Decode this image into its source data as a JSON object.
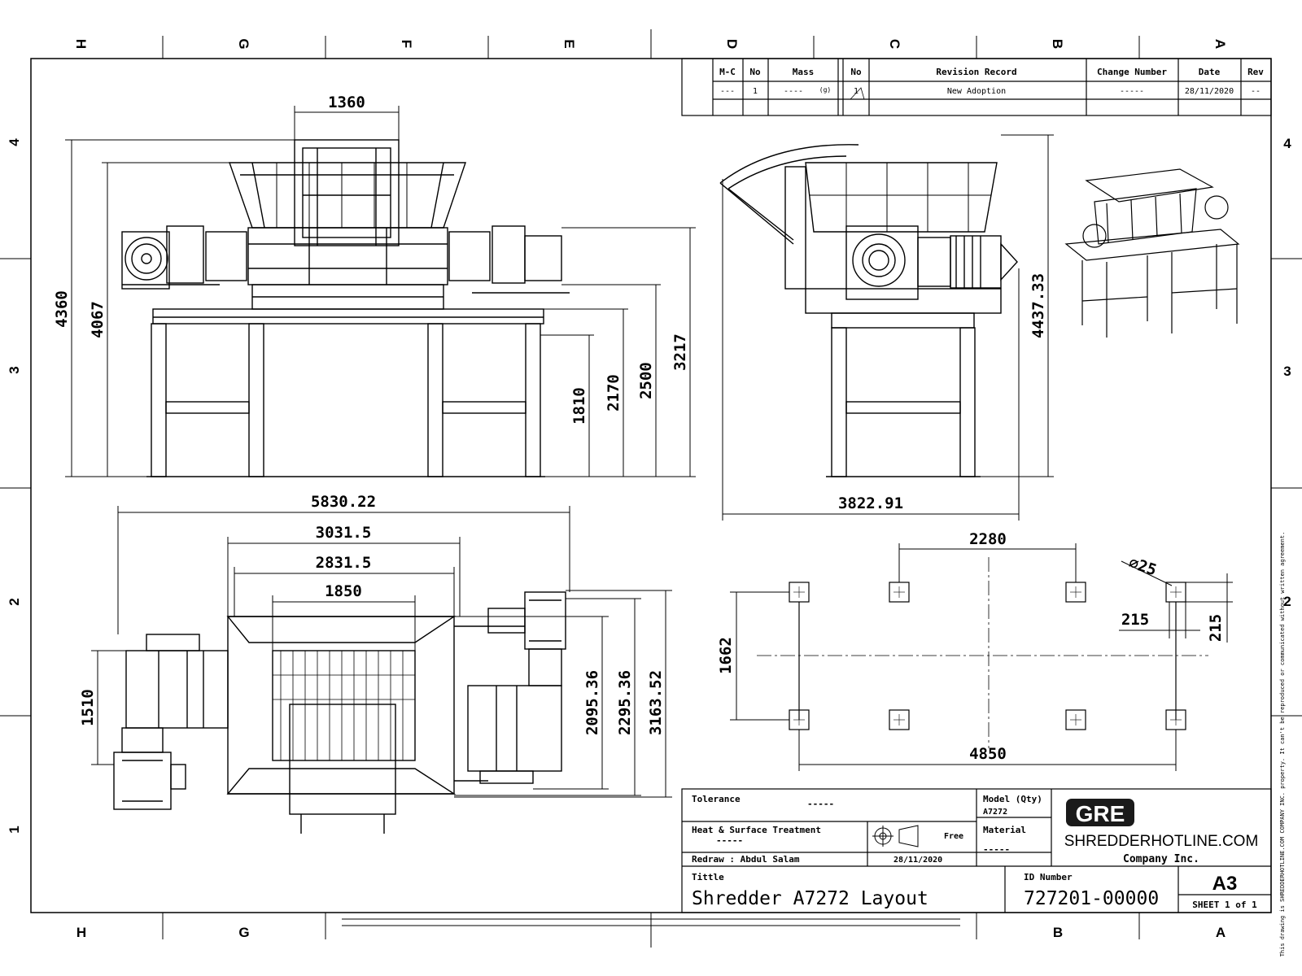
{
  "grid": {
    "columns": [
      "H",
      "G",
      "F",
      "E",
      "D",
      "C",
      "B",
      "A"
    ],
    "rows": [
      "4",
      "3",
      "2",
      "1"
    ],
    "bottom_columns": [
      "H",
      "G",
      "B",
      "A"
    ]
  },
  "dimensions": {
    "front": {
      "width_top": "1360",
      "h_4360": "4360",
      "h_4067": "4067",
      "h_3217": "3217",
      "h_2500": "2500",
      "h_2170": "2170",
      "h_1810": "1810"
    },
    "side": {
      "height": "4437.33",
      "width": "3822.91"
    },
    "top": {
      "w_5830": "5830.22",
      "w_3031": "3031.5",
      "w_2831": "2831.5",
      "w_1850": "1850",
      "d_1510": "1510",
      "d_2095": "2095.36",
      "d_2295": "2295.36",
      "d_3163": "3163.52"
    },
    "foundation": {
      "w_2280": "2280",
      "w_4850": "4850",
      "h_1662": "1662",
      "dia": "∅25",
      "pad_w": "215",
      "pad_h": "215"
    }
  },
  "revision_table": {
    "headers": [
      "M-C",
      "No",
      "Mass",
      "No",
      "Revision Record",
      "Change Number",
      "Date",
      "Rev"
    ],
    "row": [
      "---",
      "1",
      "----",
      "1",
      "New Adoption",
      "-----",
      "28/11/2020",
      "--"
    ],
    "mass_unit": "(g)"
  },
  "title_block": {
    "tolerance_label": "Tolerance",
    "tolerance_value": "-----",
    "model_label": "Model (Qty)",
    "model_value": "A7272",
    "heat_label": "Heat & Surface Treatment",
    "heat_value": "-----",
    "projection_note": "Free",
    "material_label": "Material",
    "material_value": "-----",
    "redraw": "Redraw : Abdul Salam",
    "redraw_date": "28/11/2020",
    "title_label": "Tittle",
    "title_value": "Shredder A7272 Layout",
    "id_label": "ID Number",
    "id_value": "727201-00000",
    "size": "A3",
    "sheet": "SHEET 1 of 1",
    "logo_text": "GRE",
    "company_line1": "SHREDDERHOTLINE.COM",
    "company_line2": "Company Inc."
  },
  "side_note": "This drawing is SHREDDERHOTLINE.COM COMPANY INC. property. It can't be reproduced or communicated without written agreement."
}
